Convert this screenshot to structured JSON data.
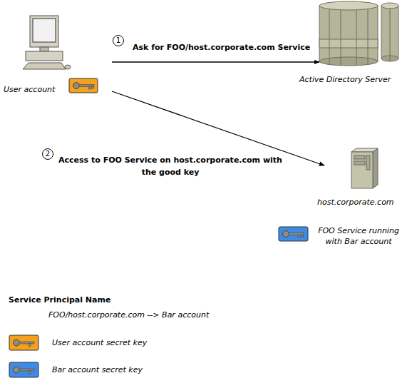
{
  "diagram": {
    "nodes": [
      {
        "text": [
          "User account"
        ]
      },
      {
        "text": [
          "Active Directory Server"
        ]
      },
      {
        "text": [
          "host.corporate.com"
        ]
      }
    ],
    "edges": [
      {
        "from": 0,
        "to": 1,
        "arrow": "to",
        "label": "Ask for FOO/host.corporate.com Service"
      },
      {
        "from": 0,
        "to": 2,
        "arrow": "to",
        "label": "Access to FOO Service on host.corporate.com with the good key"
      }
    ],
    "labels": [
      "1",
      "2",
      "FOO Service running with Bar account",
      "Service Principal Name",
      "FOO/host.corporate.com --> Bar account"
    ],
    "legend": [
      {
        "text": "User account secret key",
        "color": "#f5a11e"
      },
      {
        "text": "Bar account secret key",
        "color": "#3d8be6"
      }
    ]
  }
}
